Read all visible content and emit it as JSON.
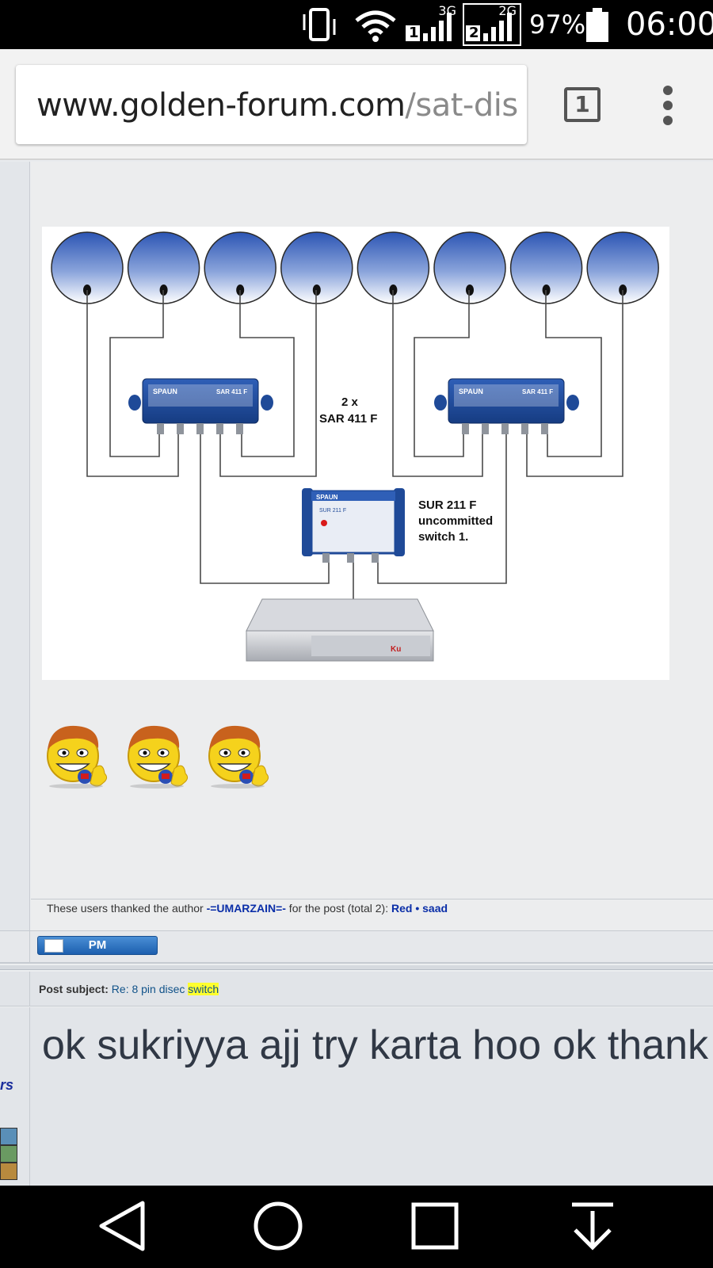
{
  "status_bar": {
    "net_sim1": "3G",
    "sim1_number": "1",
    "net_sim2": "2G",
    "sim2_number": "2",
    "battery_percent": "97%",
    "clock": "06:00"
  },
  "browser": {
    "url_domain": "www.golden-forum.com",
    "url_path": "/sat-dis",
    "tab_count": "1"
  },
  "diagram": {
    "dish_count": 8,
    "label_sar_qty": "2 x",
    "label_sar_model": "SAR 411 F",
    "label_sur_line1": "SUR 211 F",
    "label_sur_line2": "uncommitted",
    "label_sur_line3": "switch 1.",
    "device_brand": "SPAUN",
    "device_sar_name": "SAR 411 F",
    "device_sur_name": "SUR 211 F",
    "receiver_brand": "Ku"
  },
  "thanks": {
    "prefix": "These users thanked the author ",
    "author": "-=UMARZAIN=-",
    "middle": " for the post (total 2): ",
    "user1": "Red",
    "separator": " • ",
    "user2": "saad"
  },
  "pm_button": {
    "label": "PM"
  },
  "post": {
    "subject_label": "Post subject:",
    "subject_text": "Re: 8 pin disec",
    "subject_highlight": "switch",
    "message": "ok sukriyya ajj try karta hoo ok thank",
    "sidebar_fragment": "rs"
  },
  "colors": {
    "link": "#105289",
    "author": "#0a2ea8",
    "highlight": "#ffff2e",
    "dish_blue": "#2d59b9"
  }
}
